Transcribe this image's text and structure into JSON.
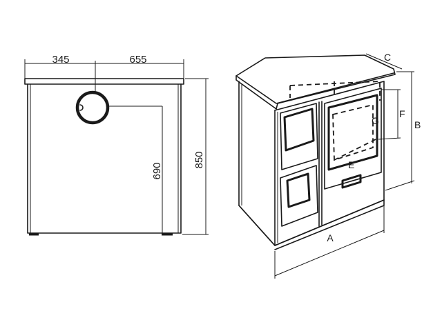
{
  "side_view": {
    "dim_left": "345",
    "dim_right": "655",
    "dim_outlet_height": "690",
    "dim_total_height": "850"
  },
  "perspective_view": {
    "labels": {
      "a": "A",
      "b": "B",
      "c": "C",
      "e": "E",
      "f": "F",
      "g": "G"
    }
  }
}
